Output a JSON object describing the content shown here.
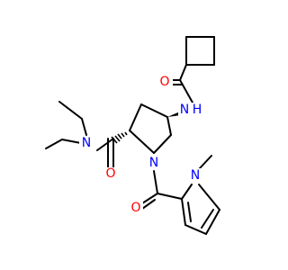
{
  "colors": {
    "bond": "#000000",
    "N": "#0000ff",
    "O": "#ff0000",
    "background": "#ffffff"
  },
  "atoms": {
    "o_cbu": "O",
    "n_amide_top": "N",
    "h_amide_top": "H",
    "n_diethyl": "N",
    "o_carboxamide": "O",
    "n_ring": "N",
    "o_bottom": "O",
    "n_pyrrole": "N"
  }
}
